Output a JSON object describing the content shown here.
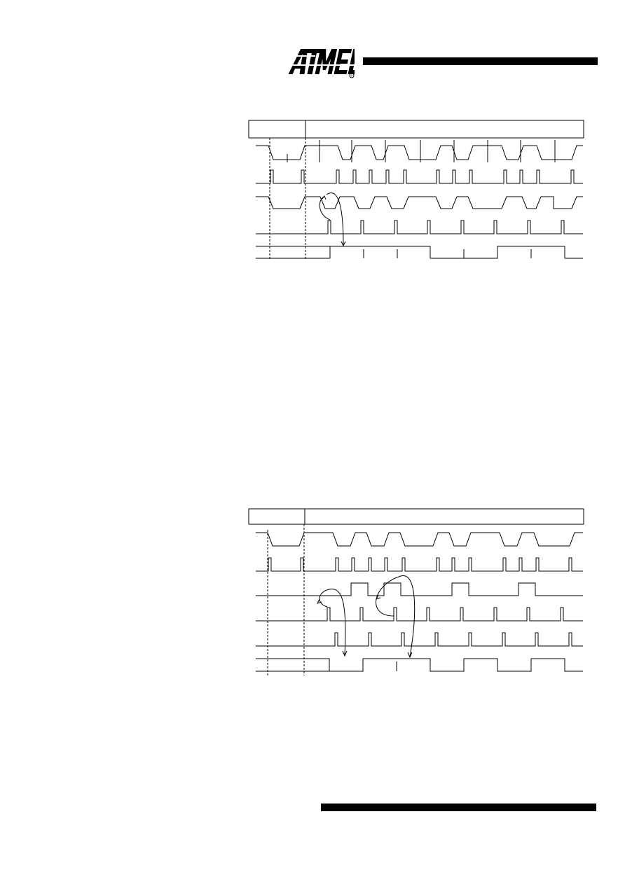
{
  "header": {
    "logo_text": "ATMEL",
    "logo_mark": "®",
    "logo_icon": "atmel-logo-icon"
  },
  "colors": {
    "ink": "#000000",
    "paper": "#ffffff"
  },
  "diagrams": [
    {
      "id": "timing-diagram-1",
      "signal_rows": 5,
      "header_cells": 2
    },
    {
      "id": "timing-diagram-2",
      "signal_rows": 6,
      "header_cells": 2
    }
  ]
}
